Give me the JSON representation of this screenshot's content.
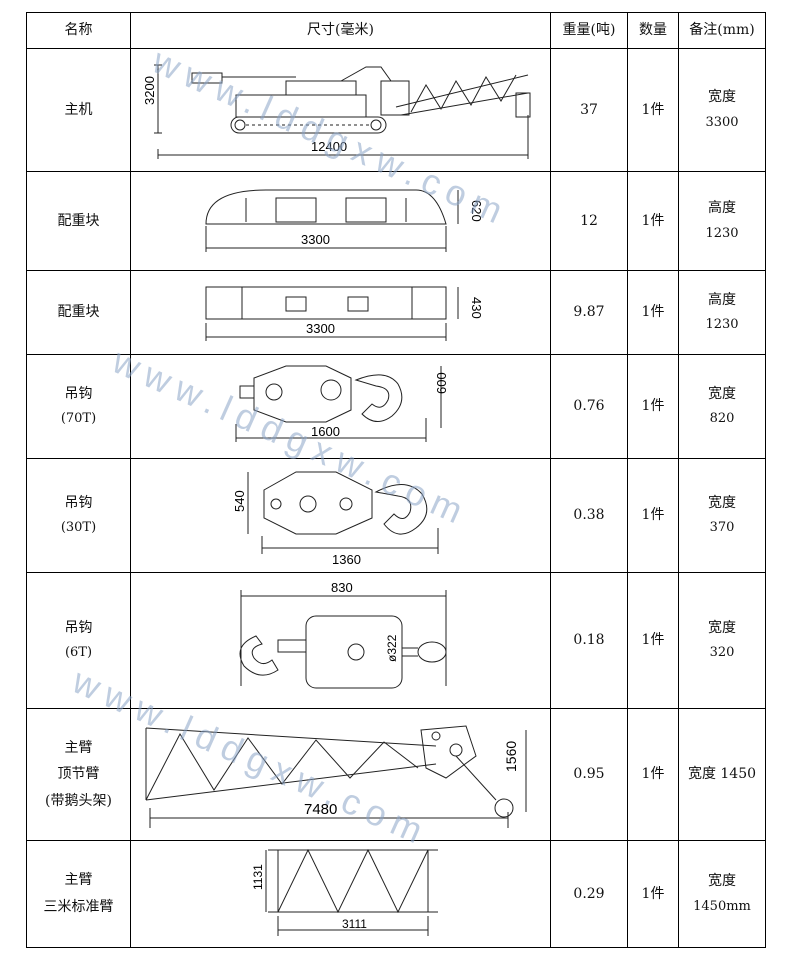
{
  "header": {
    "name": "名称",
    "dimension": "尺寸(毫米)",
    "weight": "重量(吨)",
    "quantity": "数量",
    "note": "备注(mm)"
  },
  "rows": [
    {
      "name": [
        "主机"
      ],
      "weight": "37",
      "qty": "1件",
      "note": [
        "宽度",
        "3300"
      ],
      "dims": {
        "a": "3200",
        "b": "12400"
      }
    },
    {
      "name": [
        "配重块"
      ],
      "weight": "12",
      "qty": "1件",
      "note": [
        "高度",
        "1230"
      ],
      "dims": {
        "a": "620",
        "b": "3300"
      }
    },
    {
      "name": [
        "配重块"
      ],
      "weight": "9.87",
      "qty": "1件",
      "note": [
        "高度",
        "1230"
      ],
      "dims": {
        "a": "430",
        "b": "3300"
      }
    },
    {
      "name": [
        "吊钩",
        "(70T)"
      ],
      "weight": "0.76",
      "qty": "1件",
      "note": [
        "宽度",
        "820"
      ],
      "dims": {
        "a": "600",
        "b": "1600"
      }
    },
    {
      "name": [
        "吊钩",
        "(30T)"
      ],
      "weight": "0.38",
      "qty": "1件",
      "note": [
        "宽度",
        "370"
      ],
      "dims": {
        "a": "540",
        "b": "1360"
      }
    },
    {
      "name": [
        "吊钩",
        "(6T)"
      ],
      "weight": "0.18",
      "qty": "1件",
      "note": [
        "宽度",
        "320"
      ],
      "dims": {
        "a": "830",
        "b": "ø322"
      }
    },
    {
      "name": [
        "主臂",
        "顶节臂",
        "(带鹅头架)"
      ],
      "weight": "0.95",
      "qty": "1件",
      "note": [
        "宽度 1450"
      ],
      "dims": {
        "a": "1560",
        "b": "7480"
      }
    },
    {
      "name": [
        "主臂",
        "三米标准臂"
      ],
      "weight": "0.29",
      "qty": "1件",
      "note": [
        "宽度",
        "1450mm"
      ],
      "dims": {
        "a": "1131",
        "b": "3111"
      }
    }
  ],
  "watermark": "www.lddgxw.com"
}
